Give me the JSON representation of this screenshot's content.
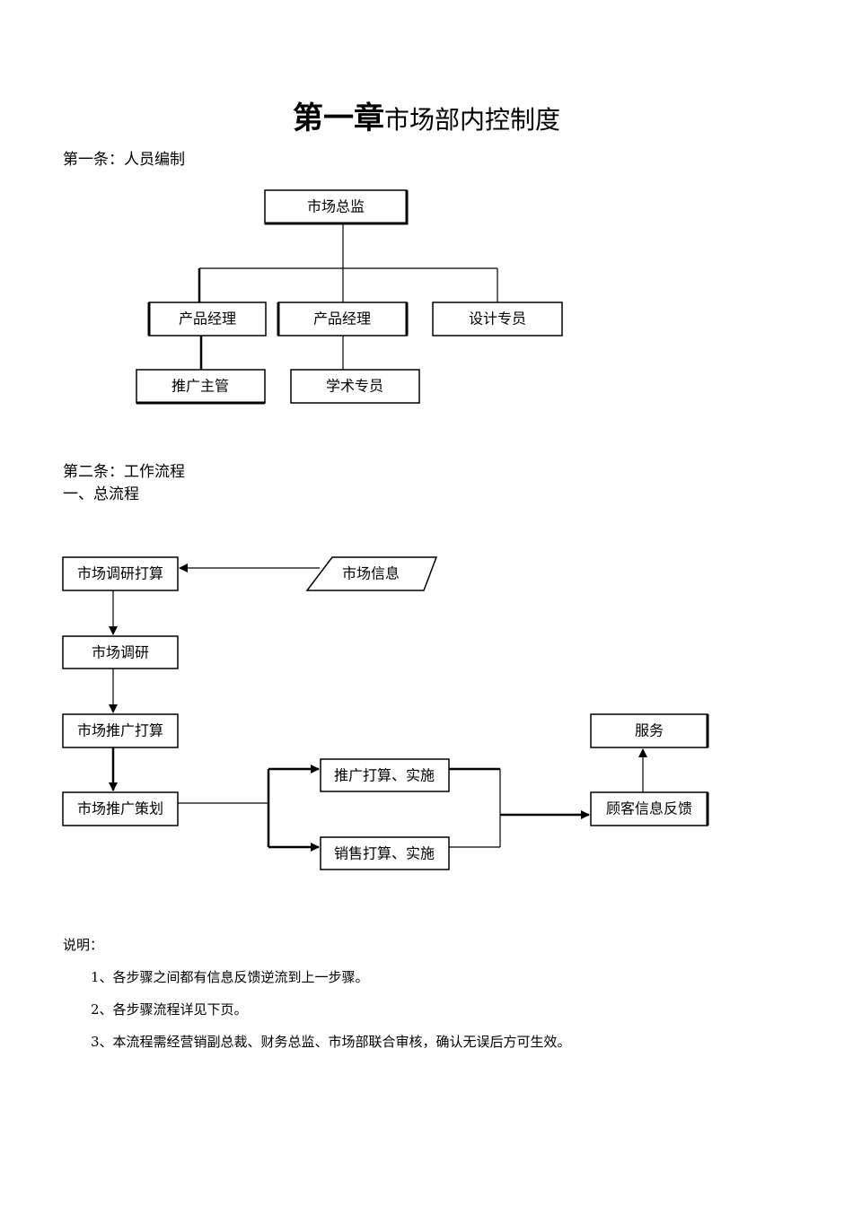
{
  "title": {
    "bold": "第一章",
    "rest": "市场部内控制度"
  },
  "section1": "第一条：人员编制",
  "org": {
    "director": "市场总监",
    "pm1": "产品经理",
    "pm2": "产品经理",
    "designer": "设计专员",
    "promo_supervisor": "推广主管",
    "academic": "学术专员"
  },
  "section2": "第二条：工作流程",
  "sub1": "一、总流程",
  "flow": {
    "research_plan": "市场调研打算",
    "market_info": "市场信息",
    "research": "市场调研",
    "promo_plan": "市场推广打算",
    "promo_strategy": "市场推广策划",
    "promo_exec": "推广打算、实施",
    "sales_exec": "销售打算、实施",
    "feedback": "顾客信息反馈",
    "service": "服务"
  },
  "notes": {
    "heading": "说明：",
    "items": [
      "1、各步骤之间都有信息反馈逆流到上一步骤。",
      "2、各步骤流程详见下页。",
      "3、本流程需经营销副总裁、财务总监、市场部联合审核，确认无误后方可生效。"
    ]
  }
}
